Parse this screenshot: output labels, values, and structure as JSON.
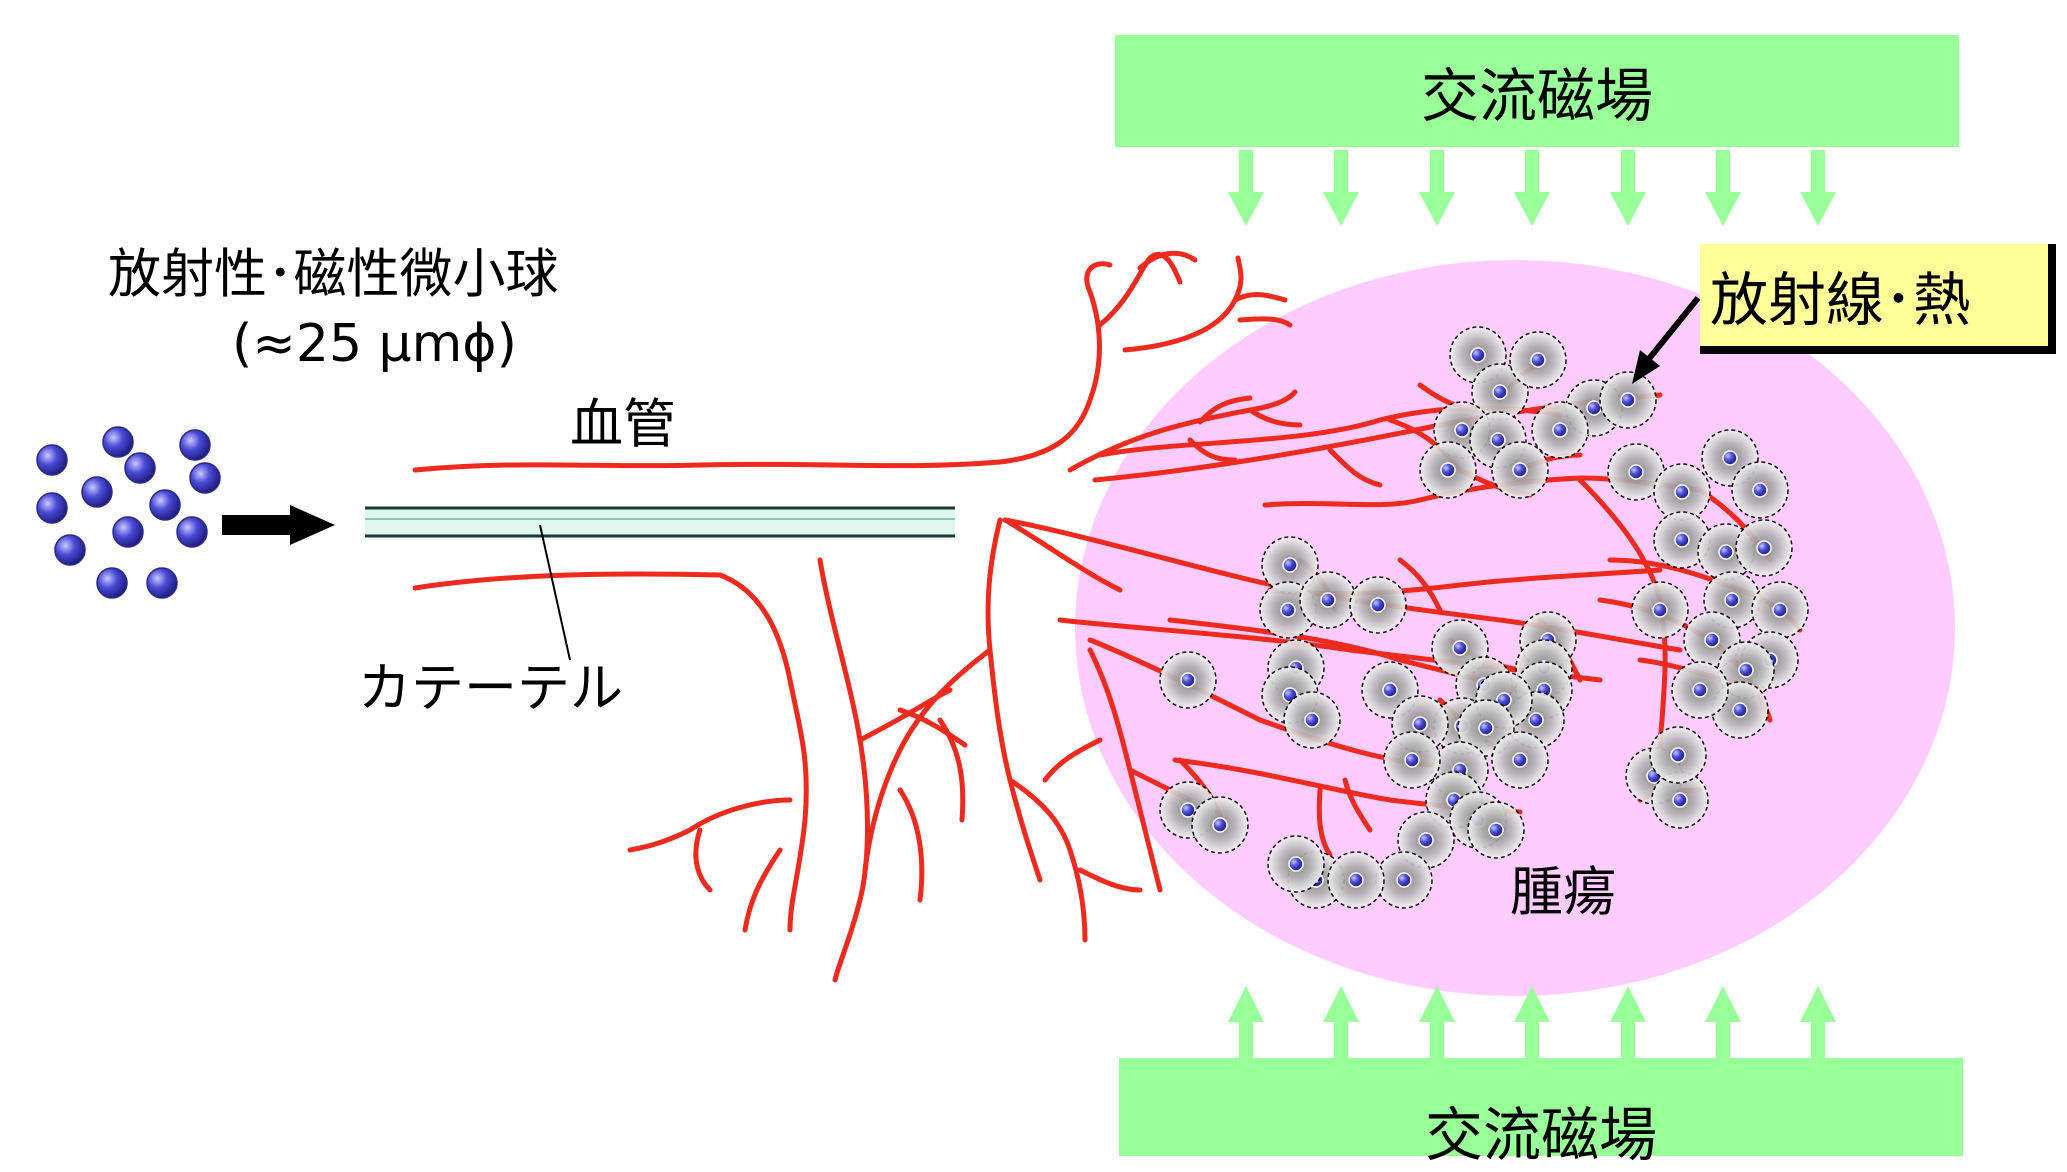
{
  "labels": {
    "microsphere_title": "放射性･磁性微小球",
    "microsphere_size": "(≈25 μmϕ)",
    "vessel": "血管",
    "catheter": "カテーテル",
    "tumor": "腫瘍",
    "field_top": "交流磁場",
    "field_bottom": "交流磁場",
    "radiation_heat": "放射線･熱"
  },
  "colors": {
    "vessel": "#ee2a1e",
    "tumor": "#ffccff",
    "field": "#99ff99",
    "field_arrow": "#99ff99",
    "label_box": "#ffff99",
    "sphere": "#4a4ad6",
    "catheter_fill": "#dff7ee"
  }
}
